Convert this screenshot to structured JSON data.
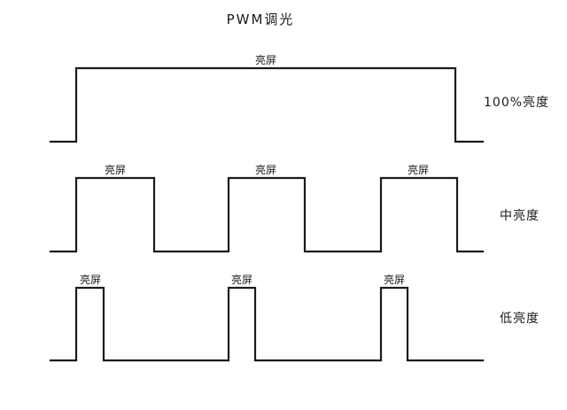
{
  "title": "PWM调光",
  "pulse_label": "亮屏",
  "rows": [
    {
      "name": "full",
      "label": "100%亮度"
    },
    {
      "name": "medium",
      "label": "中亮度"
    },
    {
      "name": "low",
      "label": "低亮度"
    }
  ]
}
